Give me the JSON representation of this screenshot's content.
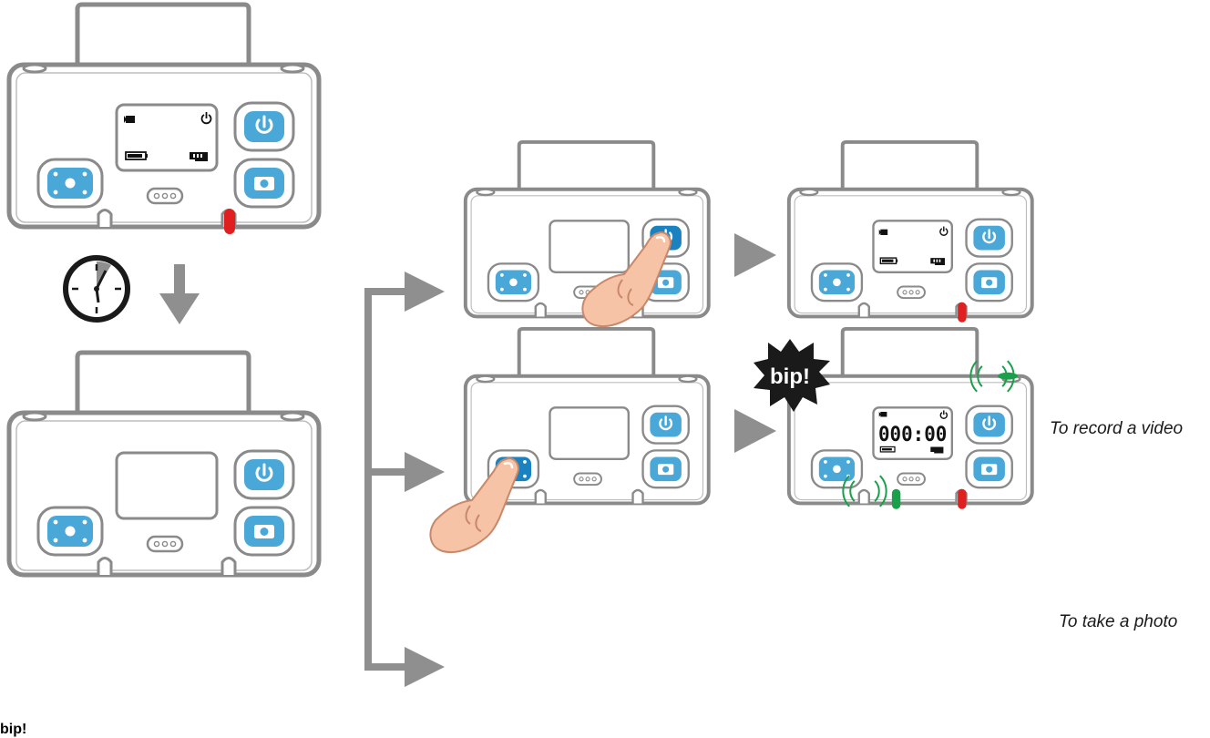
{
  "diagram": {
    "captions": {
      "record_video": "To record a video",
      "take_photo": "To take a photo"
    },
    "sound": {
      "bip": "bip!"
    },
    "lcd": {
      "timer": "000:00"
    },
    "colors": {
      "device_stroke": "#8a8a8a",
      "button_blue": "#4aa8d8",
      "button_blue_pressed": "#1a82c0",
      "led_red": "#e02020",
      "led_green": "#1aa04a",
      "arrow_grey": "#8f8f8f",
      "burst_black": "#1a1a1a",
      "skin": "#f6c3a6"
    },
    "icons": [
      "power-icon",
      "camera-icon",
      "video-icon",
      "battery-icon",
      "memory-card-icon",
      "clock-icon",
      "hand-pointer-icon",
      "down-arrow-icon",
      "right-arrow-icon"
    ]
  }
}
